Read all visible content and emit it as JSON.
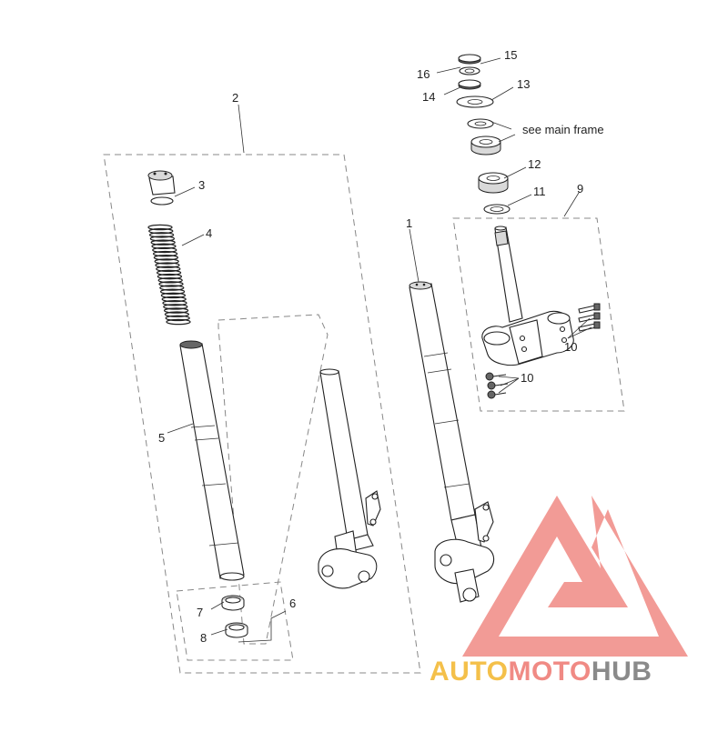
{
  "callouts": {
    "c1": "1",
    "c2": "2",
    "c3": "3",
    "c4": "4",
    "c5": "5",
    "c6": "6",
    "c7": "7",
    "c8": "8",
    "c9": "9",
    "c10a": "10",
    "c10b": "10",
    "c11": "11",
    "c12": "12",
    "c13": "13",
    "c14": "14",
    "c15": "15",
    "c16": "16"
  },
  "note_see_main_frame": "see main frame",
  "watermark": {
    "part1": "AUTO",
    "part2": "MOTO",
    "part3": "HUB",
    "color_auto": "#f4c04a",
    "color_moto": "#f08a84",
    "color_hub": "#8a8a8a",
    "logo_color": "#f08a84"
  }
}
